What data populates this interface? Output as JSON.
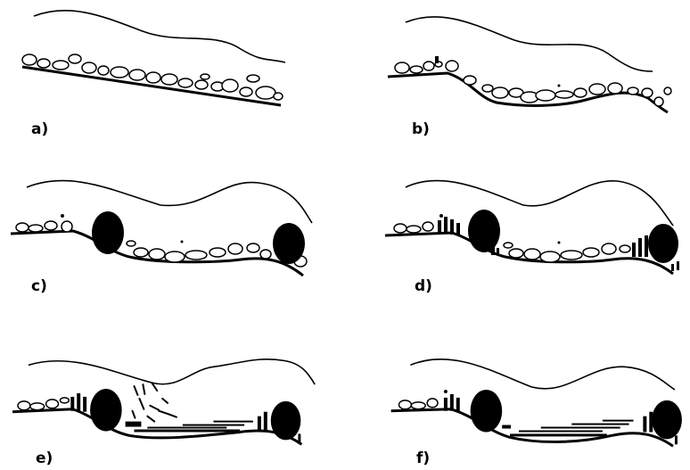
{
  "figure": {
    "panels": [
      {
        "label": "a)"
      },
      {
        "label": "b)"
      },
      {
        "label": "c)"
      },
      {
        "label": "d)"
      },
      {
        "label": "e)"
      },
      {
        "label": "f)"
      }
    ]
  },
  "colors": {
    "ink": "#000000",
    "background": "#ffffff"
  }
}
